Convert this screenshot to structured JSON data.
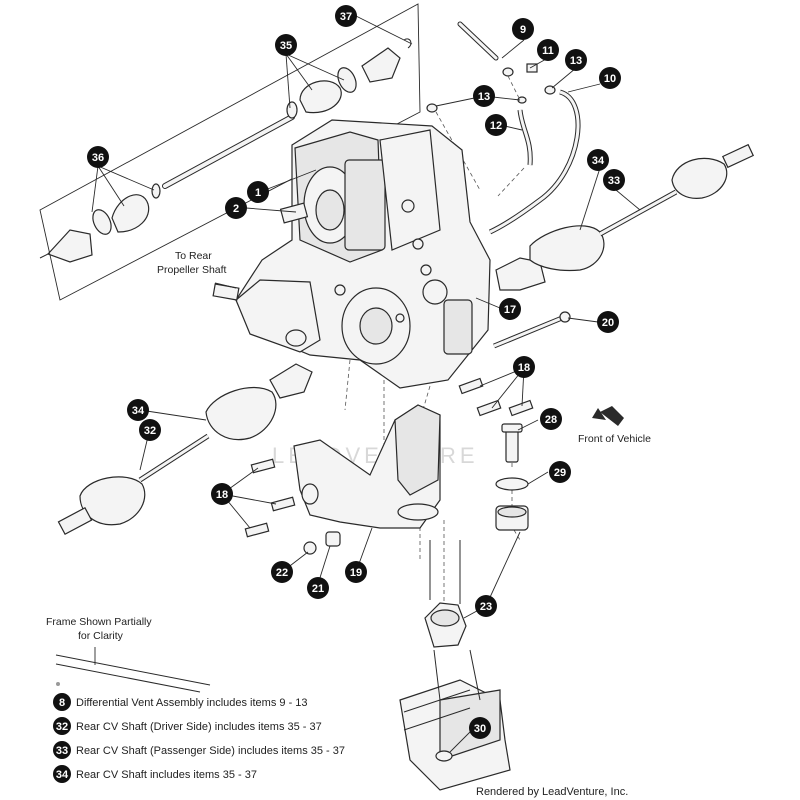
{
  "labels": {
    "rear_prop": [
      "To Rear",
      "Propeller Shaft"
    ],
    "front": "Front of Vehicle",
    "frame": [
      "Frame Shown Partially",
      "for Clarity"
    ]
  },
  "watermark": "LEADVENTURE",
  "credit": "Rendered by LeadVenture, Inc.",
  "legend": [
    {
      "num": "8",
      "text": "Differential Vent Assembly includes items 9 - 13"
    },
    {
      "num": "32",
      "text": "Rear CV Shaft (Driver Side) includes items 35 - 37"
    },
    {
      "num": "33",
      "text": "Rear CV Shaft (Passenger Side) includes items 35 - 37"
    },
    {
      "num": "34",
      "text": "Rear CV Shaft includes items 35 - 37"
    }
  ],
  "callouts": {
    "c37": "37",
    "c35": "35",
    "c36": "36",
    "c9": "9",
    "c11": "11",
    "c13a": "13",
    "c13b": "13",
    "c10": "10",
    "c12": "12",
    "c1": "1",
    "c2": "2",
    "c34a": "34",
    "c33": "33",
    "c17": "17",
    "c20": "20",
    "c18a": "18",
    "c28": "28",
    "c34b": "34",
    "c32": "32",
    "c29": "29",
    "c18b": "18",
    "c19": "19",
    "c22": "22",
    "c21": "21",
    "c23": "23",
    "c30": "30"
  }
}
